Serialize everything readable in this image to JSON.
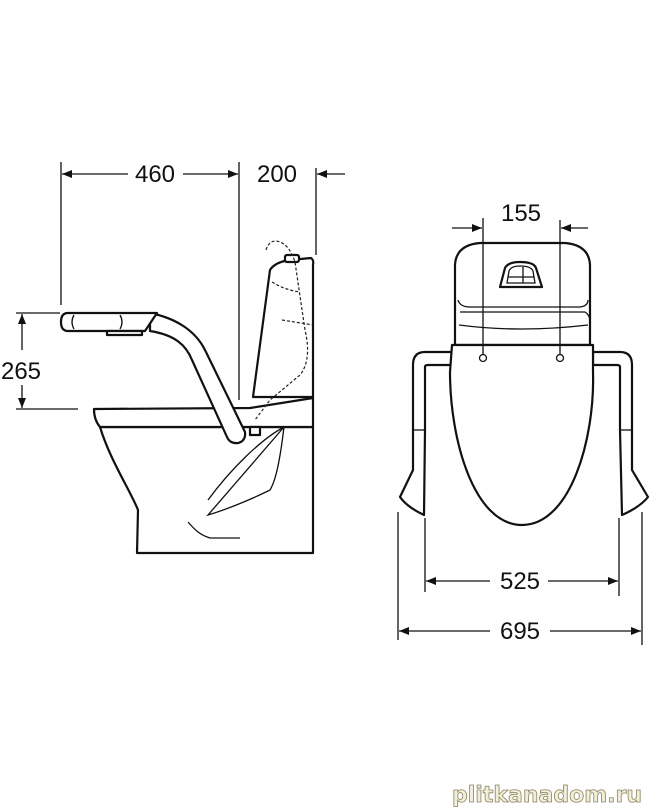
{
  "side_view": {
    "dimensions": {
      "seat_to_cistern": "460",
      "cistern_depth": "200",
      "armrest_height": "265"
    }
  },
  "front_view": {
    "dimensions": {
      "seat_hole_spacing": "155",
      "inner_grab_bar_width": "525",
      "overall_width": "695"
    }
  },
  "watermark": "plitkanadom.ru"
}
